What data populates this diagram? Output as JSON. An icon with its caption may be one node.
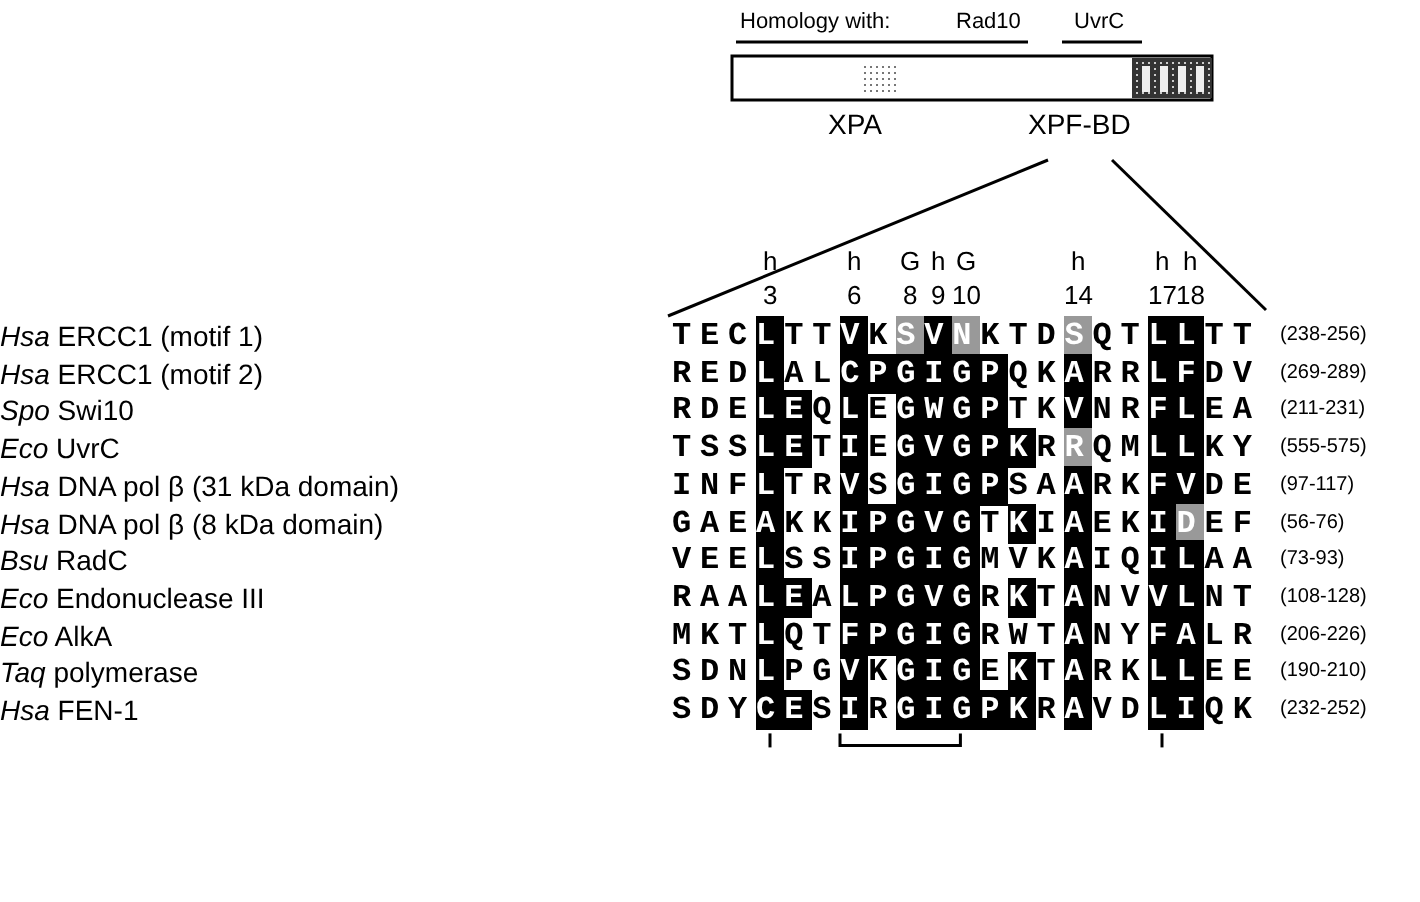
{
  "diagram": {
    "labels": [
      "Homology with:",
      "Rad10",
      "UvrC",
      "XPA",
      "XPF-BD",
      "h",
      "h",
      "G",
      "h",
      "G",
      "h",
      "h",
      "h",
      "3",
      "6",
      "8",
      "9",
      "10",
      "14",
      "17",
      "18",
      "*Hsa* ERCC1 (motif 1)",
      "TECLTTVKSVNKTDSQTLLTT",
      "(238-256)",
      "*Hsa* ERCC1 (motif 2)",
      "REDLALCPGIGPQKARRLFDV",
      "(269-289)",
      "*Spo* Swi10",
      "RDELEQLEGWGPTKVNRFLEA",
      "(211-231)",
      "*Eco* UvrC",
      "TSSLETIEGVGPKRRQMLLKY",
      "(555-575)",
      "*Hsa* DNA pol β (31 kDa domain)",
      "INFLTRVSGIGPSAARKFVDE",
      "(97-117)",
      "*Hsa* DNA pol β (8 kDa domain)",
      "GAEAKKIPGVGTKIAEKIDEF",
      "(56-76)",
      "*Bsu* RadC",
      "VEELSSIPGIGMVKAIQILAA",
      "(73-93)",
      "*Eco* Endonuclease III",
      "RAALEALPGVGRKTANVVLNT",
      "(108-128)",
      "*Eco* AlkA",
      "MKTLQTFPGIGRWTANYFALR",
      "(206-226)",
      "*Taq* polymerase",
      "SDNLPGVKGIGEKTARKLLEE",
      "(190-210)",
      "*Hsa* FEN-1",
      "SDYCESIRGIGPKRAVDLIQK",
      "(232-252)"
    ]
  }
}
